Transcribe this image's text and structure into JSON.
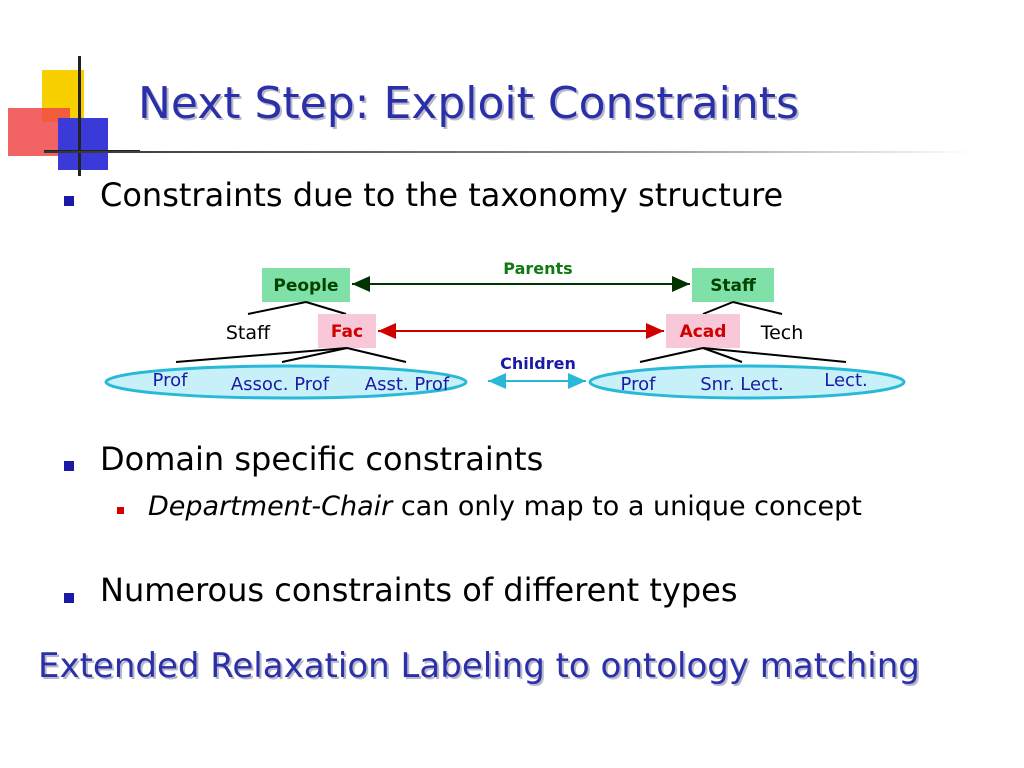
{
  "slide": {
    "title": "Next Step: Exploit Constraints",
    "bullets": [
      {
        "text": "Constraints due to the taxonomy structure"
      },
      {
        "text": "Domain specific constraints",
        "sub": {
          "emph": "Department-Chair",
          "rest": " can only map to a unique concept"
        }
      },
      {
        "text": "Numerous constraints of different types"
      }
    ],
    "footer": "Extended Relaxation Labeling to ontology matching"
  },
  "diagram": {
    "nodes": {
      "people": "People",
      "staff_right": "Staff",
      "fac": "Fac",
      "acad": "Acad",
      "staff_left_label": "Staff",
      "tech_label": "Tech"
    },
    "edges": {
      "parents": "Parents",
      "children": "Children"
    },
    "left_children": [
      "Prof",
      "Assoc. Prof",
      "Asst. Prof"
    ],
    "right_children": [
      "Prof",
      "Snr. Lect.",
      "Lect."
    ]
  },
  "colors": {
    "title": "#2b2fa8",
    "node_green": "#7fe0a8",
    "node_pink": "#f8c8d8",
    "arrow_red": "#d00000",
    "ellipse_fill": "#c8f0f8",
    "ellipse_stroke": "#28b8d8"
  }
}
